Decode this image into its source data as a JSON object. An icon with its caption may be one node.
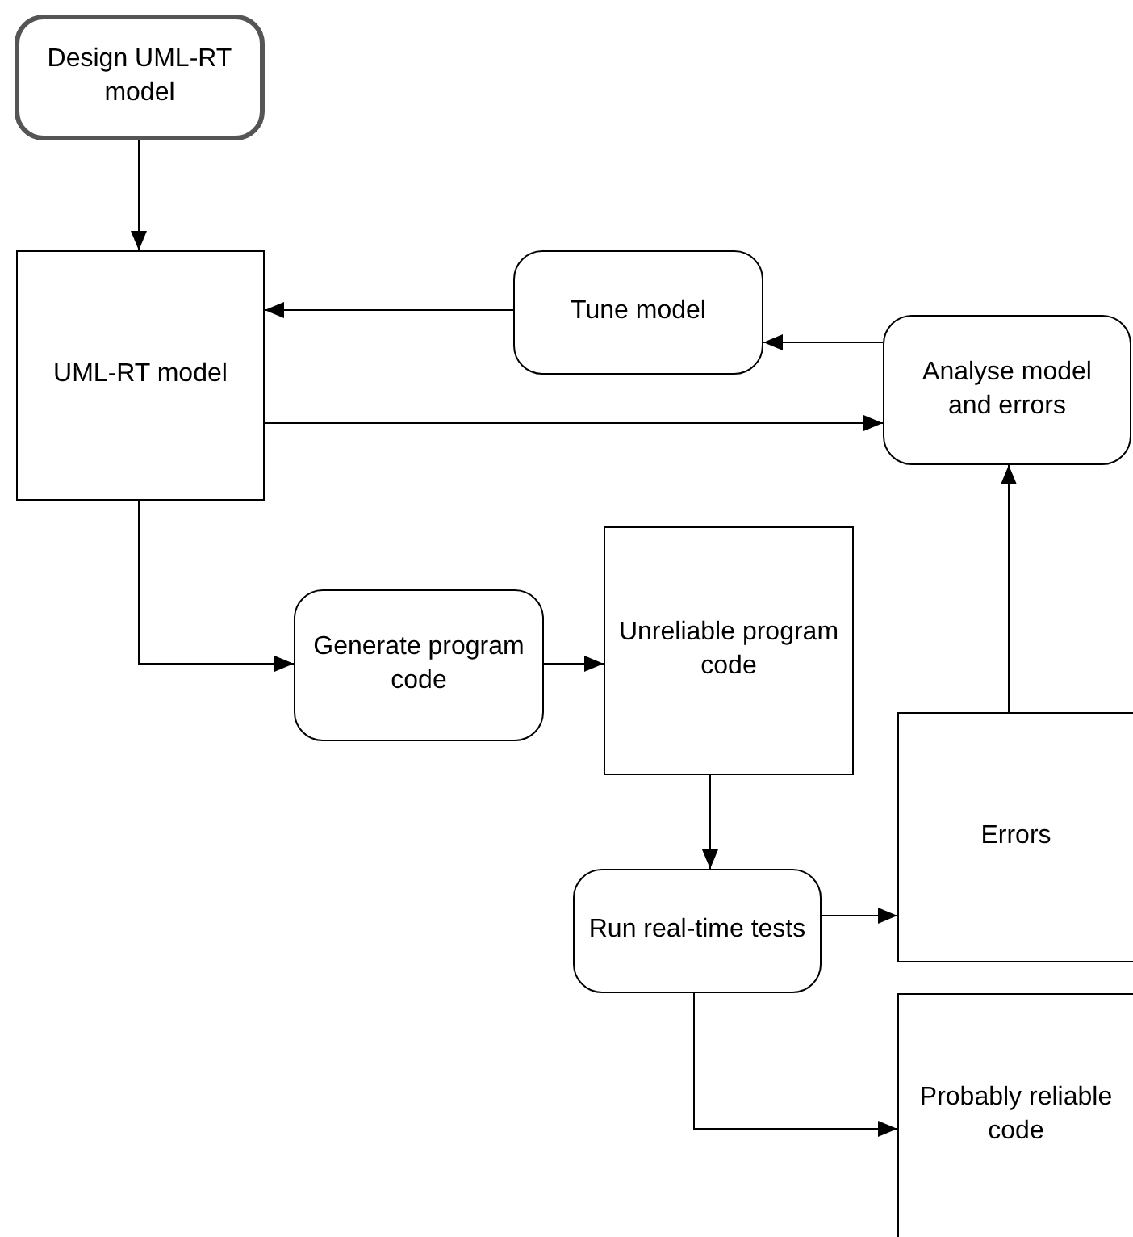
{
  "diagram": {
    "nodes": [
      {
        "text": [
          "Design UML-RT model"
        ]
      },
      {
        "text": [
          "UML-RT model"
        ]
      },
      {
        "text": [
          "Tune model"
        ]
      },
      {
        "text": [
          "Analyse model and errors"
        ]
      },
      {
        "text": [
          "Generate program code"
        ]
      },
      {
        "text": [
          "Unreliable program code"
        ]
      },
      {
        "text": [
          "Run real-time tests"
        ]
      },
      {
        "text": [
          "Errors"
        ]
      },
      {
        "text": [
          "Probably reliable code"
        ]
      }
    ],
    "edges": [
      {
        "from": 0,
        "to": 1,
        "arrow": "to"
      },
      {
        "from": 2,
        "to": 1,
        "arrow": "to"
      },
      {
        "from": 3,
        "to": 2,
        "arrow": "to"
      },
      {
        "from": 1,
        "to": 3,
        "arrow": "to"
      },
      {
        "from": 1,
        "to": 4,
        "arrow": "to"
      },
      {
        "from": 4,
        "to": 5,
        "arrow": "to"
      },
      {
        "from": 5,
        "to": 6,
        "arrow": "to"
      },
      {
        "from": 6,
        "to": 7,
        "arrow": "to"
      },
      {
        "from": 6,
        "to": 8,
        "arrow": "to"
      },
      {
        "from": 7,
        "to": 3,
        "arrow": "to"
      }
    ]
  }
}
